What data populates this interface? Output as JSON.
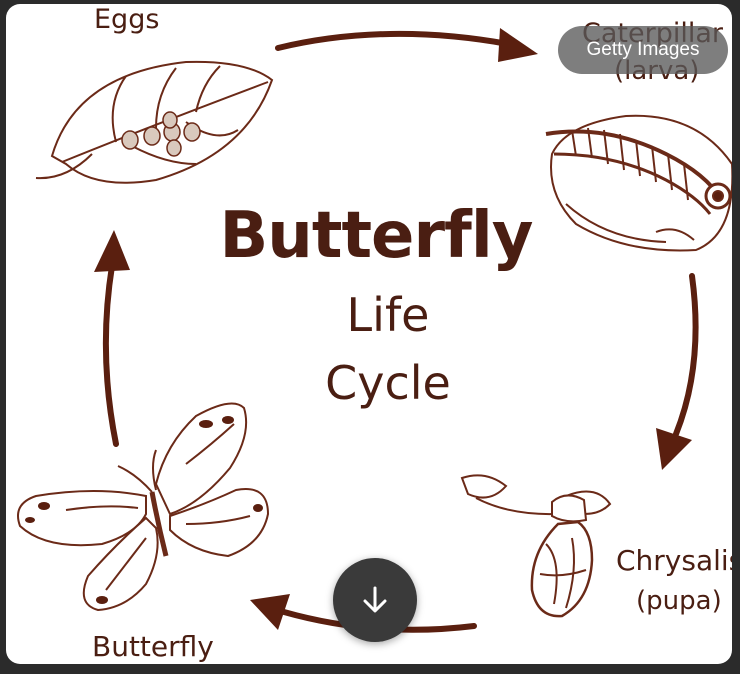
{
  "title": {
    "main": "Butterfly",
    "line2": "Life",
    "line3": "Cycle"
  },
  "stages": {
    "eggs": "Eggs",
    "caterpillar": "Caterpillar",
    "caterpillar_sub": "(larva)",
    "chrysalis": "Chrysalis",
    "chrysalis_sub": "(pupa)",
    "butterfly": "Butterfly"
  },
  "overlay": {
    "watermark": "Getty Images",
    "download_icon": "download-arrow-icon"
  },
  "colors": {
    "ink": "#4a1e12",
    "arrow": "#5a1f0f",
    "background": "#ffffff",
    "frame": "#2b2b2b"
  }
}
